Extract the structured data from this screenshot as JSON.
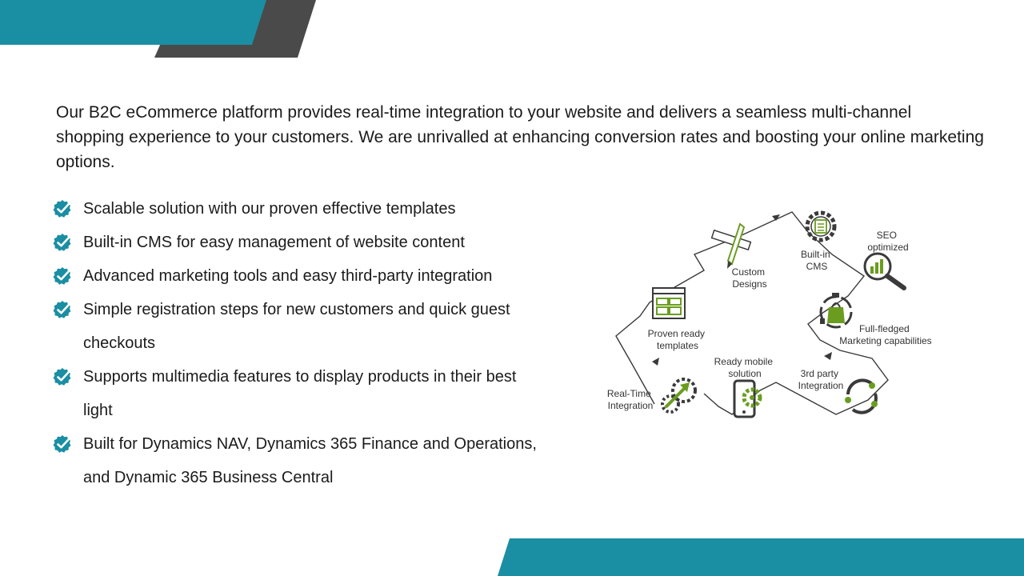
{
  "colors": {
    "teal": "#1a8ea3",
    "dark_gray": "#4a4a4a",
    "icon_green": "#6a9d1f",
    "icon_dark": "#3a3a3a",
    "text": "#1b1b1b"
  },
  "intro": {
    "text": "Our B2C eCommerce platform provides real-time integration to your website and delivers a seamless multi-channel shopping experience to your customers. We are unrivalled at enhancing conversion rates and boosting your online marketing options."
  },
  "features": [
    {
      "text": "Scalable solution with our proven effective templates",
      "icon": "teal-check-badge-icon"
    },
    {
      "text": "Built-in CMS for easy management of website content",
      "icon": "teal-check-badge-icon"
    },
    {
      "text": "Advanced marketing tools and easy third-party integration",
      "icon": "teal-check-badge-icon"
    },
    {
      "text": "Simple registration steps for new customers and quick guest checkouts",
      "icon": "teal-check-badge-icon"
    },
    {
      "text": "Supports multimedia features to display products in their best light",
      "icon": "teal-check-badge-icon"
    },
    {
      "text": "Built for Dynamics NAV, Dynamics 365 Finance and Operations, and Dynamic 365 Business Central",
      "icon": "teal-check-badge-icon"
    }
  ],
  "diagram": {
    "realtime": {
      "line1": "Real-Time",
      "line2": "Integration"
    },
    "templates": {
      "line1": "Proven ready",
      "line2": "templates"
    },
    "custom": {
      "line1": "Custom",
      "line2": "Designs"
    },
    "cms": {
      "line1": "Built-in",
      "line2": "CMS"
    },
    "seo": {
      "line1": "SEO",
      "line2": "optimized"
    },
    "marketing": {
      "line1": "Full-fledged",
      "line2": "Marketing capabilities"
    },
    "thirdparty": {
      "line1": "3rd party",
      "line2": "Integration"
    },
    "mobile": {
      "line1": "Ready mobile",
      "line2": "solution"
    }
  }
}
